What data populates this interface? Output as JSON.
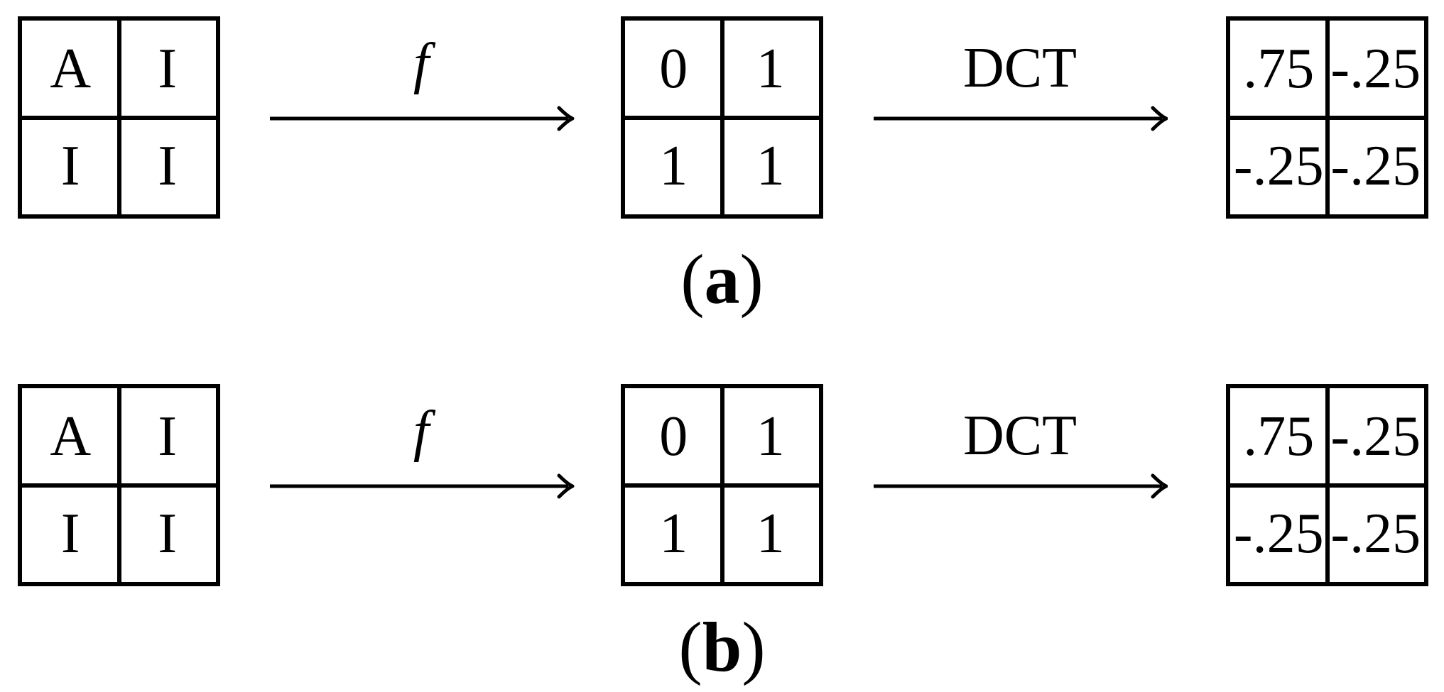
{
  "figure": {
    "background_color": "#ffffff",
    "ink_color": "#000000",
    "rows": [
      {
        "id": "a",
        "source_matrix": {
          "cells": [
            [
              "A",
              "I"
            ],
            [
              "I",
              "I"
            ]
          ]
        },
        "map_arrow_label": "f",
        "indicator_matrix": {
          "cells": [
            [
              "0",
              "1"
            ],
            [
              "1",
              "1"
            ]
          ]
        },
        "transform_arrow_label": "DCT",
        "coefficient_matrix": {
          "cells": [
            [
              ".75",
              "-.25"
            ],
            [
              "-.25",
              "-.25"
            ]
          ]
        },
        "caption": {
          "open": "(",
          "letter": "a",
          "close": ")"
        }
      },
      {
        "id": "b",
        "source_matrix": {
          "cells": [
            [
              "A",
              "I"
            ],
            [
              "I",
              "I"
            ]
          ]
        },
        "map_arrow_label": "f",
        "indicator_matrix": {
          "cells": [
            [
              "0",
              "1"
            ],
            [
              "1",
              "1"
            ]
          ]
        },
        "transform_arrow_label": "DCT",
        "coefficient_matrix": {
          "cells": [
            [
              ".75",
              "-.25"
            ],
            [
              "-.25",
              "-.25"
            ]
          ]
        },
        "caption": {
          "open": "(",
          "letter": "b",
          "close": ")"
        }
      }
    ]
  }
}
